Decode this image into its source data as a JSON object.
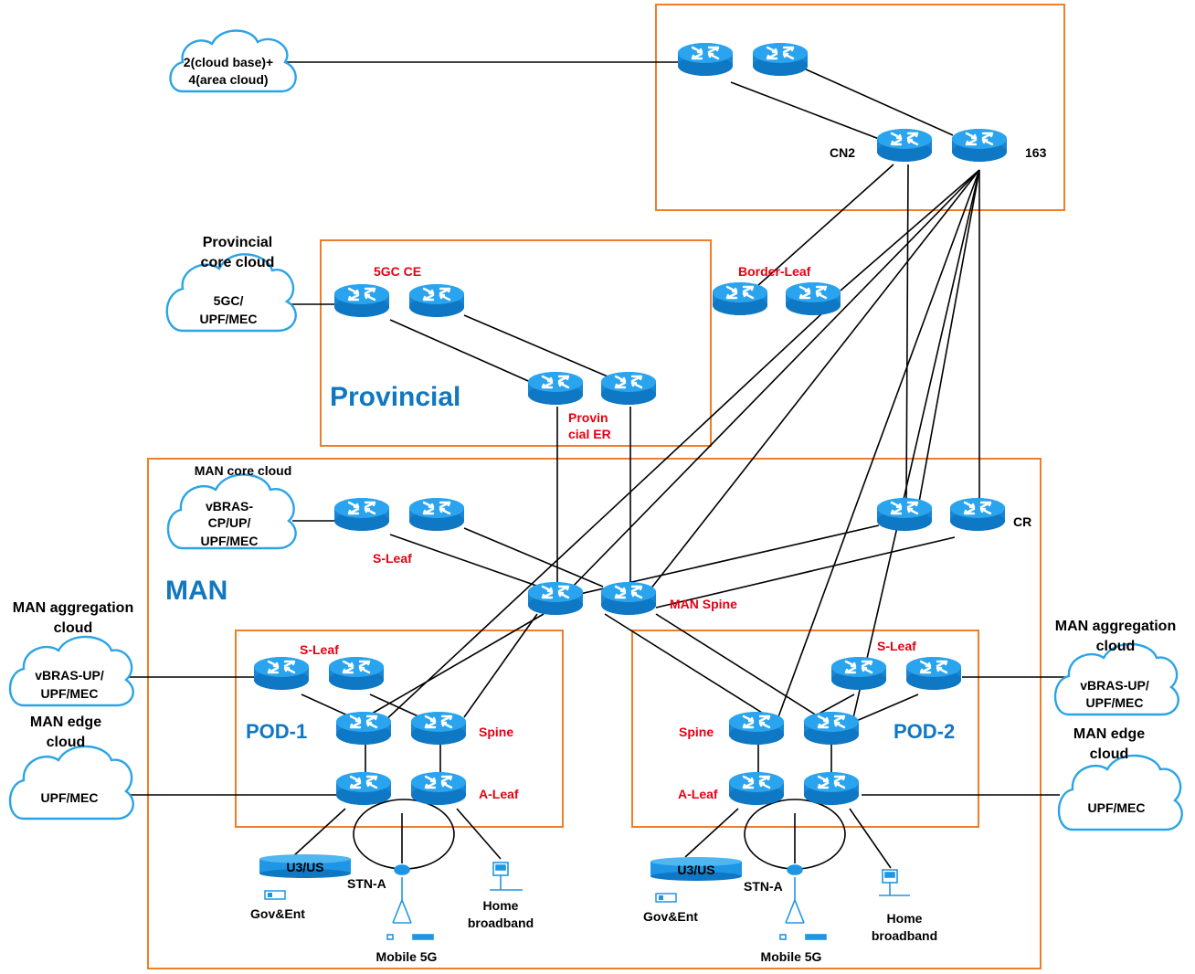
{
  "colors": {
    "box": "#f07d28",
    "router": "#1e96e6",
    "router_dark": "#0b6fb6",
    "cloud_stroke": "#2aa4e6",
    "red": "#e60012",
    "blue_label": "#1177c0"
  },
  "clouds": {
    "internet": {
      "lines": [
        "2(cloud base)+",
        "4(area cloud)"
      ]
    },
    "provincial": {
      "title": [
        "Provincial",
        "core cloud"
      ],
      "lines": [
        "5GC/",
        "UPF/MEC"
      ]
    },
    "man_core": {
      "title": [
        "MAN core cloud"
      ],
      "lines": [
        "vBRAS-",
        "CP/UP/",
        "UPF/MEC"
      ]
    },
    "agg_left": {
      "title": [
        "MAN aggregation",
        "cloud"
      ],
      "lines": [
        "vBRAS-UP/",
        "UPF/MEC"
      ]
    },
    "edge_left": {
      "title": [
        "MAN edge",
        "cloud"
      ],
      "lines": [
        "UPF/MEC"
      ]
    },
    "agg_right": {
      "title": [
        "MAN aggregation",
        "cloud"
      ],
      "lines": [
        "vBRAS-UP/",
        "UPF/MEC"
      ]
    },
    "edge_right": {
      "title": [
        "MAN edge",
        "cloud"
      ],
      "lines": [
        "UPF/MEC"
      ]
    }
  },
  "labels": {
    "cn2": "CN2",
    "n163": "163",
    "border_leaf": "Border-Leaf",
    "fivegc_ce": "5GC CE",
    "provincial": "Provincial",
    "provincial_er": [
      "Provin",
      "cial ER"
    ],
    "man": "MAN",
    "man_sleaf": "S-Leaf",
    "cr": "CR",
    "man_spine": "MAN Spine",
    "pod1": "POD-1",
    "pod2": "POD-2",
    "pod1_sleaf": "S-Leaf",
    "pod2_sleaf": "S-Leaf",
    "pod1_spine": "Spine",
    "pod2_spine": "Spine",
    "pod1_aleaf": "A-Leaf",
    "pod2_aleaf": "A-Leaf",
    "u3us_1": "U3/US",
    "u3us_2": "U3/US",
    "stna_1": "STN-A",
    "stna_2": "STN-A",
    "govent_1": "Gov&Ent",
    "govent_2": "Gov&Ent",
    "home_1": [
      "Home",
      "broadband"
    ],
    "home_2": [
      "Home",
      "broadband"
    ],
    "mobile_1": "Mobile 5G",
    "mobile_2": "Mobile 5G"
  },
  "icons": {
    "router": "router-icon",
    "cloud": "cloud-icon",
    "storage": "storage-disk-icon",
    "enterprise": "enterprise-device-icon",
    "antenna": "base-station-icon",
    "home": "home-gateway-icon"
  }
}
